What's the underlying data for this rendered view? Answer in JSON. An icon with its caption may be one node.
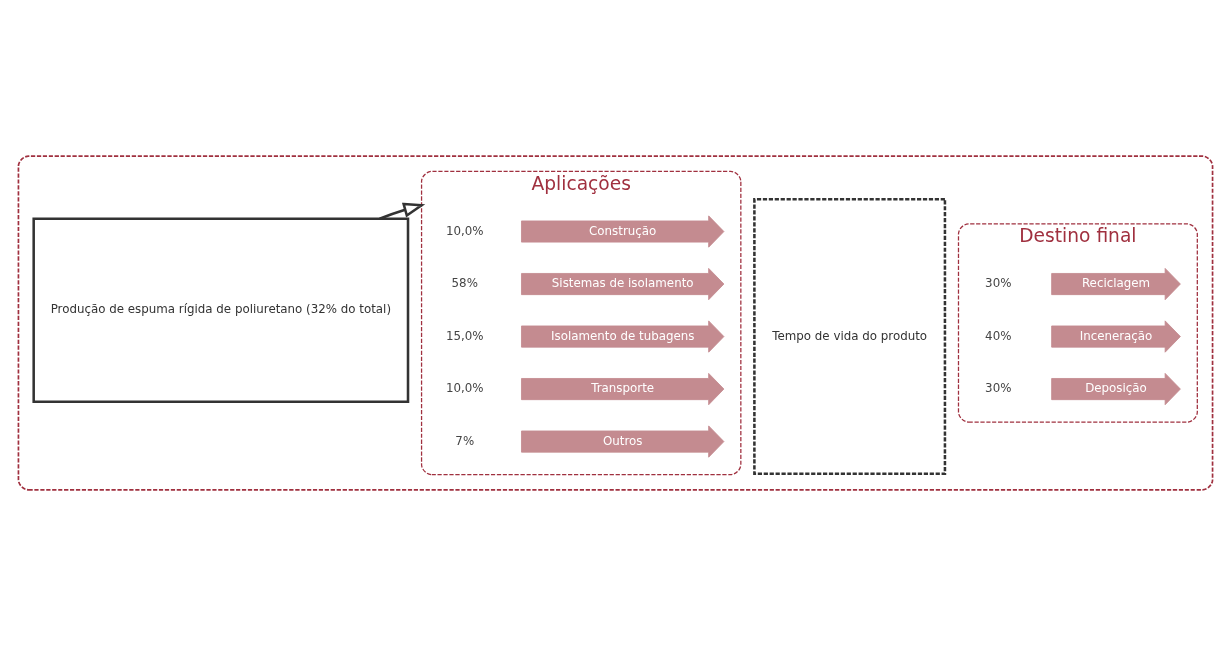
{
  "diagram": {
    "nodes": [
      {
        "text": [],
        "shape": "box"
      },
      {
        "text": [
          "Produção de espuma rígida de poliuretano (32% do total)"
        ],
        "in": 0
      },
      {
        "text": [
          "Aplicações"
        ],
        "in": 0
      },
      {
        "text": [
          "Sistemas de isolamento"
        ],
        "in": 2,
        "beside": [
          "58%"
        ]
      },
      {
        "text": [
          "Isolamento de tubagens"
        ],
        "in": 2,
        "beside": [
          "15,0%"
        ]
      },
      {
        "text": [
          "Construção"
        ],
        "in": 2,
        "beside": [
          "10,0%"
        ]
      },
      {
        "text": [
          "Transporte"
        ],
        "in": 2,
        "beside": [
          "10,0%"
        ]
      },
      {
        "text": [
          "Outros"
        ],
        "in": 2,
        "beside": [
          "7%"
        ]
      },
      {
        "text": [
          "Tempo de vida do produto"
        ],
        "in": 0
      },
      {
        "text": [
          "Destino final"
        ],
        "in": 0
      },
      {
        "text": [
          "Reciclagem"
        ],
        "in": 9,
        "beside": [
          "30%"
        ]
      },
      {
        "text": [
          "Inceneração"
        ],
        "in": 9,
        "beside": [
          "40%"
        ]
      },
      {
        "text": [
          "Deposição"
        ],
        "in": 9,
        "beside": [
          "30%"
        ]
      }
    ],
    "edges": [
      {
        "from": 1,
        "to": 2,
        "arrow": "to"
      }
    ]
  }
}
